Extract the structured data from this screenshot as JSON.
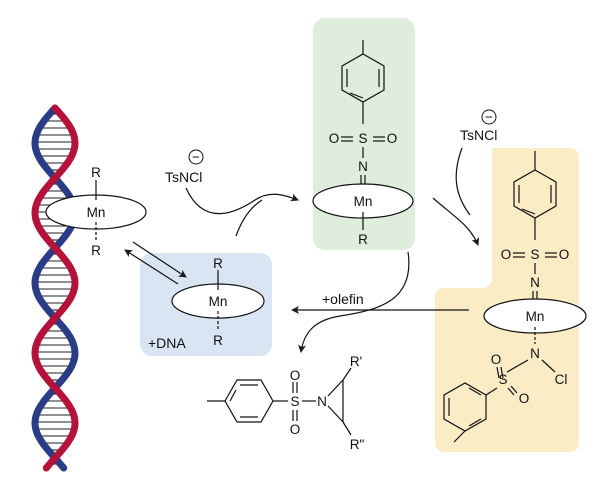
{
  "colors": {
    "green_panel": "#dfeedc",
    "yellow_panel": "#fbecc6",
    "blue_panel": "#d9e5f2",
    "dna_red": "#b5123a",
    "dna_blue": "#2a3c86",
    "line": "#1a1a1a"
  },
  "left_complex": {
    "top": "R",
    "metal": "Mn",
    "bottom": "R"
  },
  "dna_complex": {
    "top": "R",
    "metal": "Mn",
    "bottom": "R",
    "label": "+DNA"
  },
  "reagent_1": {
    "charge": "−",
    "formula": "TsNCl"
  },
  "reagent_2": {
    "charge": "−",
    "formula": "TsNCl"
  },
  "imido_complex": {
    "sulfonyl_o_left": "O",
    "sulfonyl_s": "S",
    "sulfonyl_o_right": "O",
    "imido_n": "N",
    "metal": "Mn",
    "axial": "R"
  },
  "yellow_complex": {
    "sulfonyl_o_left": "O",
    "sulfonyl_s": "S",
    "sulfonyl_o_right": "O",
    "imido_n": "N",
    "metal": "Mn",
    "amide_n": "N",
    "chlorine": "Cl",
    "lower_o_left": "O",
    "lower_s": "S",
    "lower_o_bottom": "O"
  },
  "olefin_label": "+olefin",
  "aziridine": {
    "s": "S",
    "o_top": "O",
    "o_bottom": "O",
    "n": "N",
    "r1": "R'",
    "r2": "R\""
  },
  "icons": [
    "dna-helix-icon",
    "tosyl-ring-icon",
    "charge-circle-icon"
  ]
}
